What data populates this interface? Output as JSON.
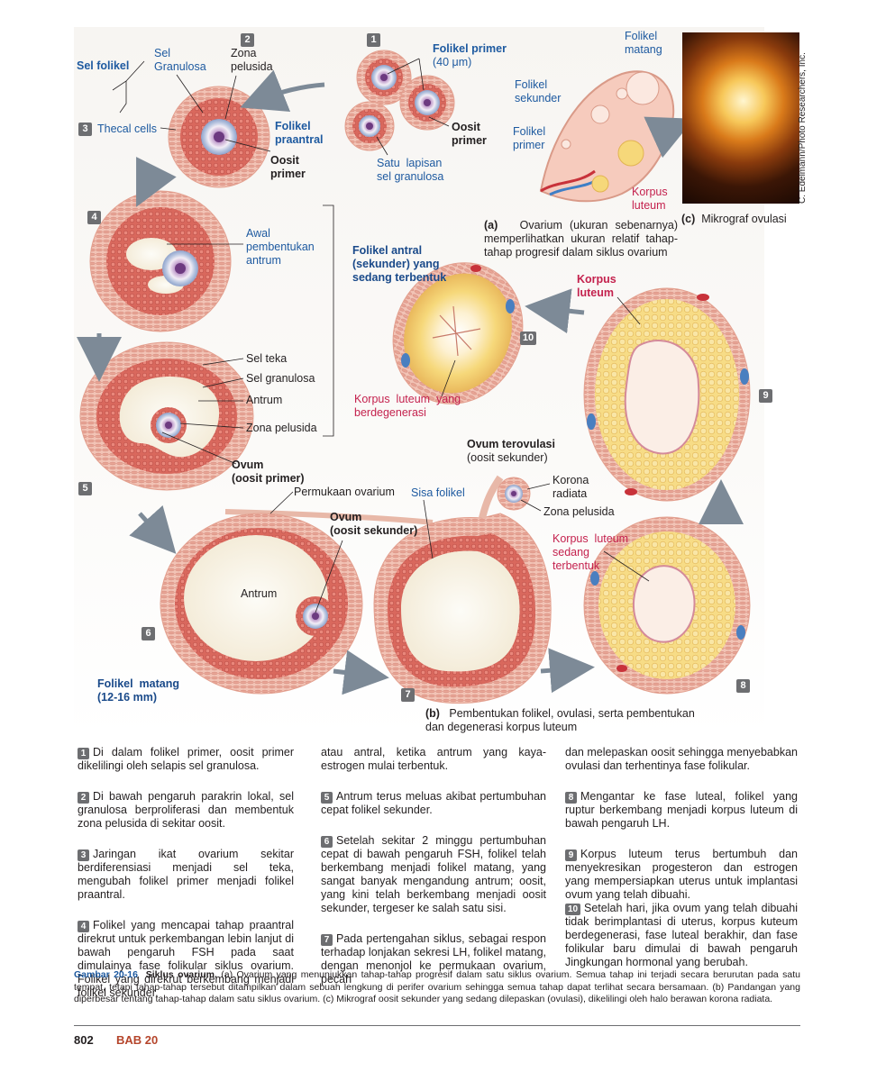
{
  "labels": {
    "sel_folikel": "Sel folikel",
    "sel_granulosa": "Sel\nGranulosa",
    "zona_pelusida": "Zona\npelusida",
    "thecal_cells": "Thecal cells",
    "folikel_praantral": "Folikel\npraantral",
    "oosit_primer_3": "Oosit\nprimer",
    "folikel_primer": "Folikel primer",
    "folikel_primer_size": "(40 μm)",
    "oosit_primer_1": "Oosit\nprimer",
    "satu_lapisan": "Satu  lapisan\nsel granulosa",
    "awal_antrum": "Awal\npembentukan\nantrum",
    "folikel_antral": "Folikel antral\n(sekunder) yang\nsedang terbentuk",
    "sel_teka": "Sel teka",
    "sel_granulosa_5": "Sel granulosa",
    "antrum_5": "Antrum",
    "zona_pelusida_5": "Zona pelusida",
    "ovum_primer": "Ovum\n(oosit primer)",
    "permukaan_ovarium": "Permukaan ovarium",
    "ovum_sekunder": "Ovum\n(oosit sekunder)",
    "antrum_6": "Antrum",
    "folikel_matang_6": "Folikel  matang\n(12-16 mm)",
    "sisa_folikel": "Sisa folikel",
    "ovum_terovulasi": "Ovum terovulasi",
    "oosit_sekunder": "(oosit sekunder)",
    "korona_radiata": "Korona\nradiata",
    "zona_pelusida_7": "Zona pelusida",
    "korpus_luteum_sedang": "Korpus  luteum\nsedang\nterbentuk",
    "korpus_luteum_9": "Korpus\nluteum",
    "korpus_luteum_degen": "Korpus  luteum  yang\nberdegenerasi",
    "ovary_folikel_matang": "Folikel\nmatang",
    "ovary_folikel_sekunder": "Folikel\nsekunder",
    "ovary_folikel_primer": "Folikel\nprimer",
    "ovary_korpus_luteum": "Korpus\nluteum"
  },
  "steps": [
    "1",
    "2",
    "3",
    "4",
    "5",
    "6",
    "7",
    "8",
    "9",
    "10"
  ],
  "captions": {
    "a_prefix": "(a)",
    "a_text": "Ovarium  (ukuran  sebenarnya) memperlihatkan ukuran relatif tahap-tahap progresif dalam siklus ovarium",
    "b_prefix": "(b)",
    "b_text": "Pembentukan folikel, ovulasi, serta pembentukan dan degenerasi korpus luteum",
    "c_prefix": "(c)",
    "c_text": "Mikrograf ovulasi",
    "credit": "C. Edelmann/Photo Researchers, Inc."
  },
  "paragraphs": {
    "p1": "Di dalam folikel primer, oosit primer dikelilingi oleh selapis sel granulosa.",
    "p2": "Di bawah pengaruh parakrin lokal, sel granulosa berproliferasi dan membentuk zona pelusida di sekitar oosit.",
    "p3": "Jaringan ikat ovarium sekitar berdiferensiasi menjadi sel teka, mengubah folikel primer menjadi folikel praantral.",
    "p4": "Folikel yang mencapai tahap praantral direkrut untuk perkembangan lebin lanjut di bawah pengaruh FSH pada saat dimulainya fase folikular siklus ovarium. Folikel yang direkrut berkembang menjadi folikel sekunder,",
    "p4_cont": "atau antral, ketika antrum yang kaya-estrogen mulai terbentuk.",
    "p5": "Antrum terus meluas akibat pertumbuhan cepat folikel sekunder.",
    "p6": "Setelah sekitar 2 minggu pertumbuhan  cepat di bawah pengaruh FSH, folikel telah berkembang menjadi folikel matang, yang sangat banyak mengandung antrum; oosit, yang kini telah berkembang menjadi oosit sekunder, tergeser ke salah satu sisi.",
    "p7": "Pada pertengahan siklus, sebagai respon terhadap lonjakan sekresi LH, folikel matang, dengan menonjol ke permukaan ovarium, pecah",
    "p7_cont": "dan melepaskan oosit sehingga menyebabkan ovulasi dan terhentinya fase folikular.",
    "p8": "Mengantar ke fase luteal, folikel yang ruptur berkembang menjadi korpus luteum di bawah pengaruh LH.",
    "p9": "Korpus luteum terus bertumbuh dan menyekresikan progesteron dan estrogen yang mempersiapkan uterus untuk implantasi ovum yang telah dibuahi.",
    "p10": "Setelah  hari, jika ovum yang telah dibuahi tidak berimplantasi di uterus, korpus kuteum berdegenerasi, fase luteal berakhir, dan fase folikular baru dimulai di bawah pengaruh Jingkungan hormonal yang berubah."
  },
  "figure_caption": {
    "label": "Gambar 20-16",
    "title": "Siklus ovarium.",
    "text": "(a) Ovarium yang menunjukkan tahap-tahap progresif dalam satu siklus ovarium. Semua tahap ini terjadi secara berurutan pada satu tempat, tetapi tahap-tahap tersebut ditampilkan dalam sebuah lengkung di perifer ovarium sehingga semua tahap dapat terlihat secara bersamaan. (b) Pandangan yang diperbesar tentang tahap-tahap dalam satu siklus ovarium. (c) Mikrograf oosit sekunder yang sedang dilepaskan (ovulasi), dikelilingi oleh halo berawan korona radiata."
  },
  "footer": {
    "page": "802",
    "chapter": "BAB 20"
  },
  "colors": {
    "label_blue": "#1e5aa0",
    "label_red": "#c4224e",
    "tissue_pink": "#e9a79a",
    "tissue_dark": "#c8524a",
    "luteum_yellow": "#f6d87a"
  }
}
